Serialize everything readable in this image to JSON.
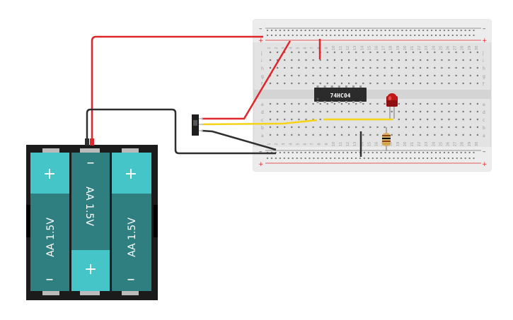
{
  "breadboard": {
    "row_letters_top": [
      "j",
      "i",
      "h",
      "g",
      "f"
    ],
    "row_letters_bottom": [
      "e",
      "d",
      "c",
      "b",
      "a"
    ],
    "column_count": 30,
    "rail_plus": "+",
    "rail_minus": "–"
  },
  "chip": {
    "label": "74HC04"
  },
  "battery": {
    "cells": [
      {
        "label": "AA 1.5V",
        "top_terminal": "+",
        "bottom_terminal": "–"
      },
      {
        "label": "AA 1.5V",
        "top_terminal": "–",
        "bottom_terminal": "+"
      },
      {
        "label": "AA 1.5V",
        "top_terminal": "+",
        "bottom_terminal": "–"
      }
    ]
  },
  "colors": {
    "red_wire": "#e0262b",
    "black_wire": "#333333",
    "yellow_wire": "#f5d316",
    "battery_cell": "#2f7f80",
    "battery_terminal": "#46c5c8",
    "battery_case": "#1b1b1b",
    "breadboard": "#e6e6e6",
    "led": "#b01515",
    "chip": "#2b2b2b"
  }
}
